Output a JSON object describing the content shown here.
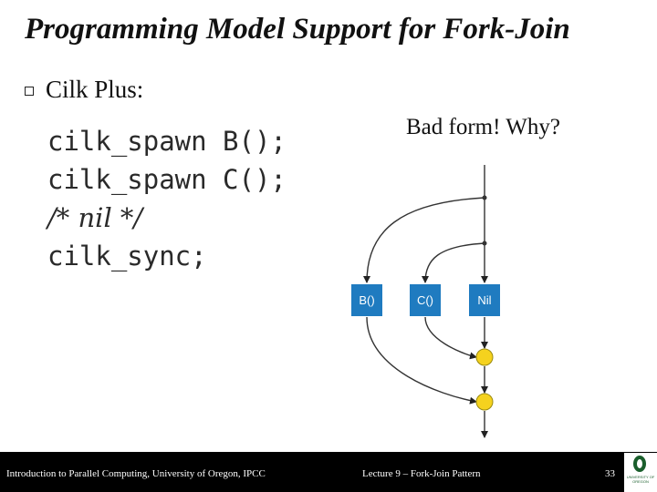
{
  "slide": {
    "title": "Programming Model Support for Fork-Join",
    "bullet": "Cilk Plus:",
    "code_lines": [
      "cilk_spawn B();",
      "cilk_spawn C();",
      "/* nil */",
      "cilk_sync;"
    ],
    "question": "Bad form!  Why?"
  },
  "diagram": {
    "nodes": [
      "B()",
      "C()",
      "Nil"
    ],
    "node_color": "#1f7bc0",
    "sync_color": "#f5d21e"
  },
  "footer": {
    "left_text": "Introduction to Parallel Computing, University of Oregon, IPCC",
    "center_text": "Lecture 9 – Fork-Join Pattern",
    "page_number": "33",
    "logo_text": "UNIVERSITY OF OREGON"
  }
}
